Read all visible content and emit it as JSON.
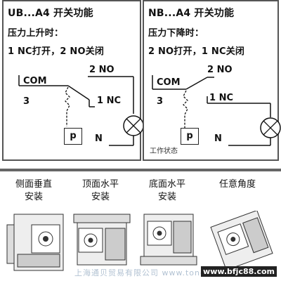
{
  "panels": {
    "left": {
      "title": "UB...A4 开关功能",
      "line1": "压力上升时：",
      "line2": "1 NC打开，2 NO关闭",
      "label_no": "2 NO",
      "label_com": "COM",
      "label_3": "3",
      "label_nc": "1 NC",
      "label_p": "p",
      "label_n": "N"
    },
    "right": {
      "title": "NB...A4 开关功能",
      "line1": "压力下降时：",
      "line2": "2 NO打开，1 NC关闭",
      "label_no": "2 NO",
      "label_com": "COM",
      "label_3": "3",
      "label_nc": "1 NC",
      "label_p": "p",
      "label_n": "N",
      "status": "工作状态"
    }
  },
  "mounting": [
    {
      "line1": "侧面垂直",
      "line2": "安装"
    },
    {
      "line1": "顶面水平",
      "line2": "安装"
    },
    {
      "line1": "底面水平",
      "line2": "安装"
    },
    {
      "line1": "任意角度",
      "line2": ""
    }
  ],
  "watermark": "上海通贝贸易有限公司 www.tongpei-china.cn",
  "site": "www.bfjc88.com",
  "icons": [
    "lamp-icon",
    "pressure-sensor-icon",
    "switch-device-icon"
  ]
}
